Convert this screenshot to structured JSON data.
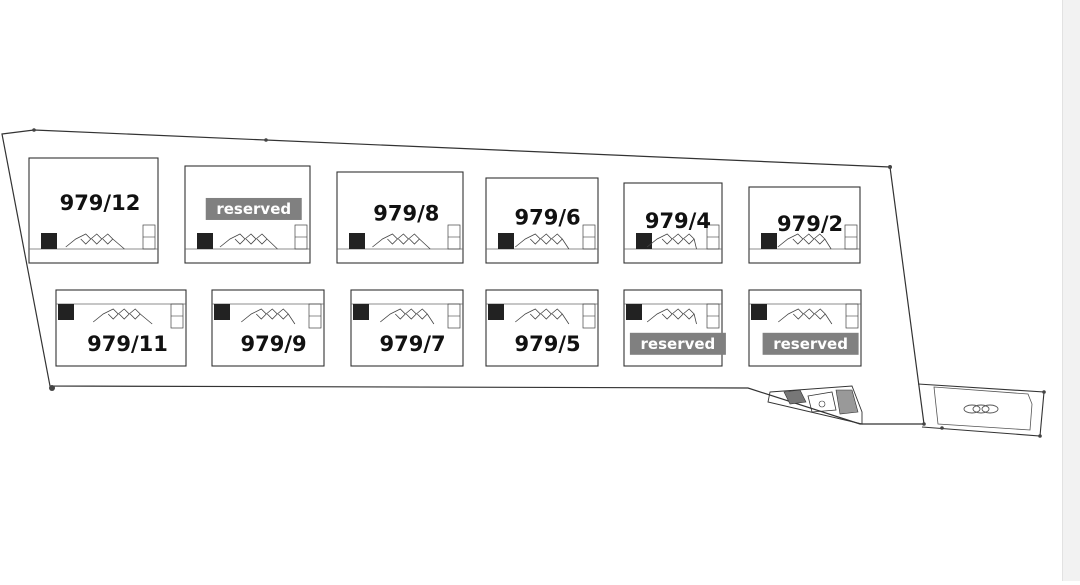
{
  "units": [
    {
      "id": "u12",
      "label": "979/12",
      "status": "available"
    },
    {
      "id": "u10",
      "label": "reserved",
      "status": "reserved"
    },
    {
      "id": "u8",
      "label": "979/8",
      "status": "available"
    },
    {
      "id": "u6",
      "label": "979/6",
      "status": "available"
    },
    {
      "id": "u4",
      "label": "979/4",
      "status": "available"
    },
    {
      "id": "u2",
      "label": "979/2",
      "status": "available"
    },
    {
      "id": "u11",
      "label": "979/11",
      "status": "available"
    },
    {
      "id": "u9",
      "label": "979/9",
      "status": "available"
    },
    {
      "id": "u7",
      "label": "979/7",
      "status": "available"
    },
    {
      "id": "u5",
      "label": "979/5",
      "status": "available"
    },
    {
      "id": "u3",
      "label": "reserved",
      "status": "reserved"
    },
    {
      "id": "u1",
      "label": "reserved",
      "status": "reserved"
    }
  ],
  "colors": {
    "line": "#333333",
    "reserved_badge": "#808080",
    "entrance_block": "#222222",
    "background": "#ffffff"
  }
}
